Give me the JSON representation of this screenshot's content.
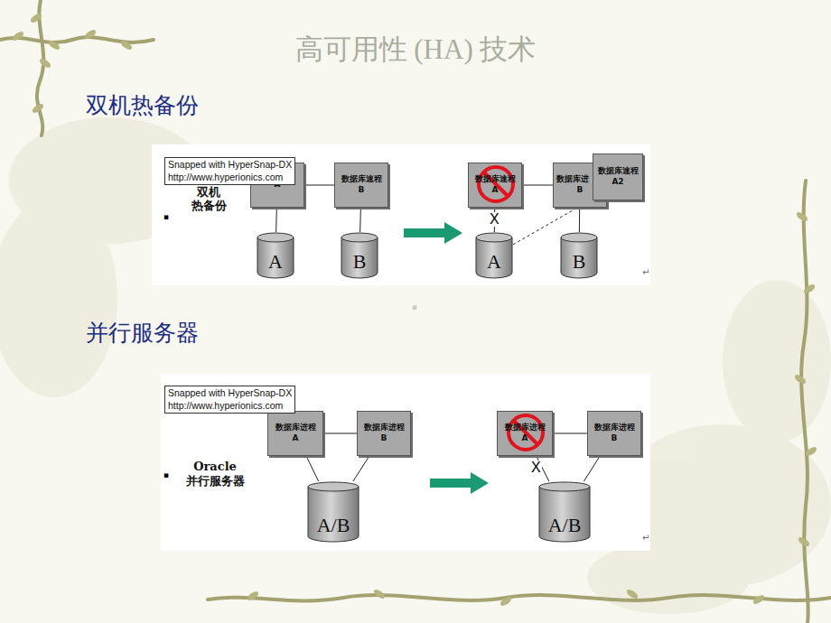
{
  "diagram": {
    "title": "高可用性 (HA) 技术",
    "nodes": [
      {
        "text": [
          "Snapped with HyperSnap-DX",
          "http://www.hyperionics.com"
        ]
      },
      {
        "text": [
          "A"
        ]
      },
      {
        "text": [
          "数据库速程",
          "B"
        ]
      },
      {
        "text": [
          "A"
        ]
      },
      {
        "text": [
          "B"
        ]
      },
      {
        "text": [
          "数据库速程",
          "A"
        ]
      },
      {
        "text": [
          "数据库进",
          "B"
        ]
      },
      {
        "text": [
          "数据库速程",
          "A2"
        ]
      },
      {
        "text": [
          "A"
        ]
      },
      {
        "text": [
          "B"
        ]
      },
      {
        "text": [
          "Snapped with HyperSnap-DX",
          "http://www.hyperionics.com"
        ]
      },
      {
        "text": [
          "数据库进程",
          "A"
        ]
      },
      {
        "text": [
          "数据库进程",
          "B"
        ]
      },
      {
        "text": [
          "A/B"
        ]
      },
      {
        "text": [
          "数据库进程",
          "A"
        ]
      },
      {
        "text": [
          "数据库进程",
          "B"
        ]
      },
      {
        "text": [
          "A/B"
        ]
      }
    ],
    "edges": [
      {
        "from": 1,
        "to": 2,
        "arrow": "none"
      },
      {
        "from": 1,
        "to": 3,
        "arrow": "none"
      },
      {
        "from": 2,
        "to": 4,
        "arrow": "none"
      },
      {
        "from": 5,
        "to": 6,
        "arrow": "none"
      },
      {
        "from": 5,
        "to": 8,
        "arrow": "none"
      },
      {
        "from": 6,
        "to": 9,
        "arrow": "none"
      },
      {
        "from": 8,
        "to": 7,
        "arrow": "none"
      },
      {
        "from": 11,
        "to": 12,
        "arrow": "none"
      },
      {
        "from": 11,
        "to": 13,
        "arrow": "none"
      },
      {
        "from": 12,
        "to": 13,
        "arrow": "none"
      },
      {
        "from": 14,
        "to": 15,
        "arrow": "none"
      },
      {
        "from": 14,
        "to": 16,
        "arrow": "none"
      },
      {
        "from": 15,
        "to": 16,
        "arrow": "none"
      }
    ],
    "labels": [
      "双机热备份",
      "并行服务器",
      "双机 热备份",
      "Oracle 并行服务器",
      "X",
      "X",
      "▪",
      "▪",
      "▪",
      "↵",
      "↵"
    ]
  }
}
